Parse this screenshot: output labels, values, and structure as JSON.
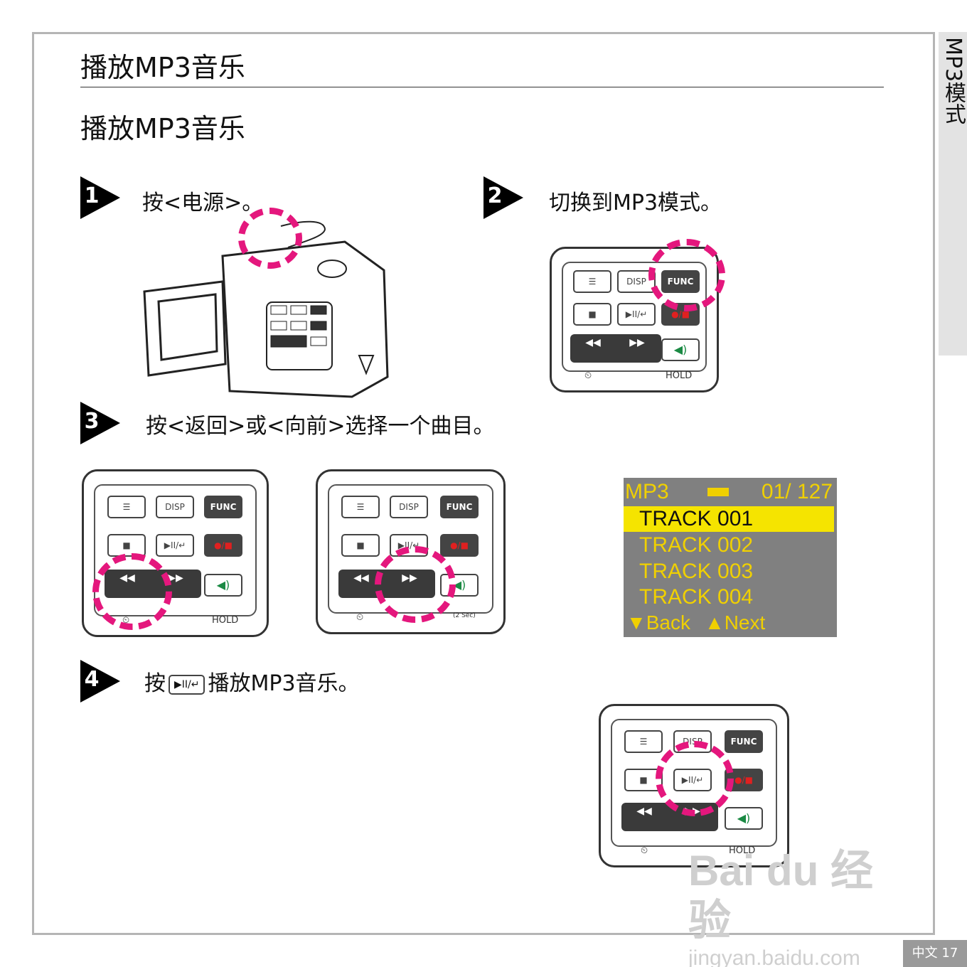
{
  "header": {
    "title": "播放MP3音乐",
    "subtitle": "播放MP3音乐"
  },
  "side_tab": "MP3模式",
  "page_number": "中文 17",
  "steps": [
    {
      "num": "1",
      "text": "按<电源>。"
    },
    {
      "num": "2",
      "text": "切换到MP3模式。"
    },
    {
      "num": "3",
      "text": "按<返回>或<向前>选择一个曲目。"
    },
    {
      "num": "4",
      "text_before": "按",
      "text_after": "播放MP3音乐。",
      "inline_key": "▶II/↵"
    }
  ],
  "keypad": {
    "menu": "☰",
    "disp": "DISP",
    "func": "FUNC",
    "stop": "■",
    "play": "▶II/↵",
    "rec": "●/■",
    "rew": "◀◀",
    "ff": "▶▶",
    "vol": "◀)",
    "timer": "⏲",
    "hold": "HOLD",
    "hold_note": "(2 Sec)"
  },
  "mp3_screen": {
    "label": "MP3",
    "counter": "01/ 127",
    "tracks": [
      "TRACK 001",
      "TRACK 002",
      "TRACK 003",
      "TRACK 004"
    ],
    "selected_index": 0,
    "back": "▼Back",
    "next": "▲Next"
  },
  "colors": {
    "accent_ring": "#e4177d",
    "screen_bg": "#808080",
    "screen_text": "#f0d000",
    "screen_select": "#f5e400"
  },
  "watermark": {
    "logo": "Bai du 经验",
    "url": "jingyan.baidu.com"
  }
}
